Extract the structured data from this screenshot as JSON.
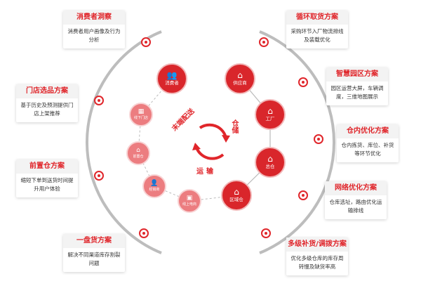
{
  "colors": {
    "accent": "#e0262b",
    "node_dark": "#d9262b",
    "node_light": "#ec7d80"
  },
  "center": {
    "labels": [
      "末端配送",
      "仓储",
      "运输"
    ]
  },
  "nodes": [
    {
      "label": "消费者",
      "icon": "users-icon",
      "glyph": "👥"
    },
    {
      "label": "线下门店",
      "icon": "store-icon",
      "glyph": "▦"
    },
    {
      "label": "前置仓",
      "icon": "warehouse-icon",
      "glyph": "⌂"
    },
    {
      "label": "经销商",
      "icon": "person-icon",
      "glyph": "👤"
    },
    {
      "label": "线上电商",
      "icon": "shopping-bag-icon",
      "glyph": "▣"
    },
    {
      "label": "供应商",
      "icon": "supplier-house-icon",
      "glyph": "⌂"
    },
    {
      "label": "工厂",
      "icon": "factory-icon",
      "glyph": "⌂"
    },
    {
      "label": "总仓",
      "icon": "main-warehouse-icon",
      "glyph": "⌂"
    },
    {
      "label": "区域仓",
      "icon": "regional-warehouse-icon",
      "glyph": "⌂"
    }
  ],
  "cards": [
    {
      "title": "消费者洞察",
      "desc": "消费者用户画像及行为分析"
    },
    {
      "title": "门店选品方案",
      "desc": "基于历史及预测提供门店上架推荐"
    },
    {
      "title": "前置仓方案",
      "desc": "缩短下单到送货时间提升用户体验"
    },
    {
      "title": "一盘货方案",
      "desc": "解决不同渠道库存割裂问题"
    },
    {
      "title": "循环取货方案",
      "desc": "采购环节入厂物流排线及装载优化"
    },
    {
      "title": "智慧园区方案",
      "desc": "园区运营大屏，车辆调度，三维地图展示"
    },
    {
      "title": "仓内优化方案",
      "desc": "仓内拣货、库位、补货等环节优化"
    },
    {
      "title": "网络优化方案",
      "desc": "仓库选址，路由优化运输排线"
    },
    {
      "title": "多级补货/调拨方案",
      "desc": "优化多级仓库的库存周转慢及缺货率高"
    }
  ]
}
